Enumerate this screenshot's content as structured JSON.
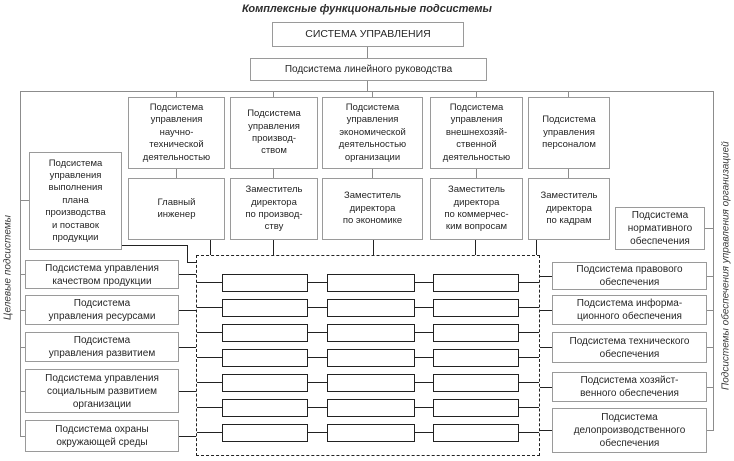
{
  "title": "Комплексные функциональные подсистемы",
  "top": {
    "system": "СИСТЕМА УПРАВЛЕНИЯ",
    "linear": "Подсистема линейного руководства"
  },
  "functional_row": [
    "Подсистема\nуправления\nнаучно-\nтехнической\nдеятельностью",
    "Подсистема\nуправления\nпроизвод-\nством",
    "Подсистема\nуправления\nэкономической\nдеятельностью\nорганизации",
    "Подсистема\nуправления\nвнешнехозяй-\nственной\nдеятельностью",
    "Подсистема\nуправления\nперсоналом"
  ],
  "managers_row": [
    "Главный\nинженер",
    "Заместитель\nдиректора\nпо производ-\nству",
    "Заместитель\nдиректора\nпо экономике",
    "Заместитель\nдиректора\nпо коммерчес-\nким вопросам",
    "Заместитель\nдиректора\nпо кадрам"
  ],
  "plan_box": "Подсистема\nуправления\nвыполнения\nплана\nпроизводства\nи поставок\nпродукции",
  "normative_box": "Подсистема\nнормативного\nобеспечения",
  "target_subsystems": {
    "side_label": "Целевые подсистемы",
    "items": [
      "Подсистема управления\nкачеством продукции",
      "Подсистема\nуправления ресурсами",
      "Подсистема\nуправления развитием",
      "Подсистема управления\nсоциальным развитием\nорганизации",
      "Подсистема охраны\nокружающей среды"
    ]
  },
  "support_subsystems": {
    "side_label": "Подсистемы обеспечения управления организацией",
    "items": [
      "Подсистема правового\nобеспечения",
      "Подсистема информа-\nционного обеспечения",
      "Подсистема технического\nобеспечения",
      "Подсистема хозяйст-\nвенного обеспечения",
      "Подсистема\nделопроизводственного\nобеспечения"
    ]
  },
  "matrix": {
    "rows": 7,
    "cols": 3
  },
  "colors": {
    "box_border": "#9a9a9a",
    "tree_line": "#8c8c8c",
    "dark_line": "#222222",
    "text": "#262626"
  }
}
